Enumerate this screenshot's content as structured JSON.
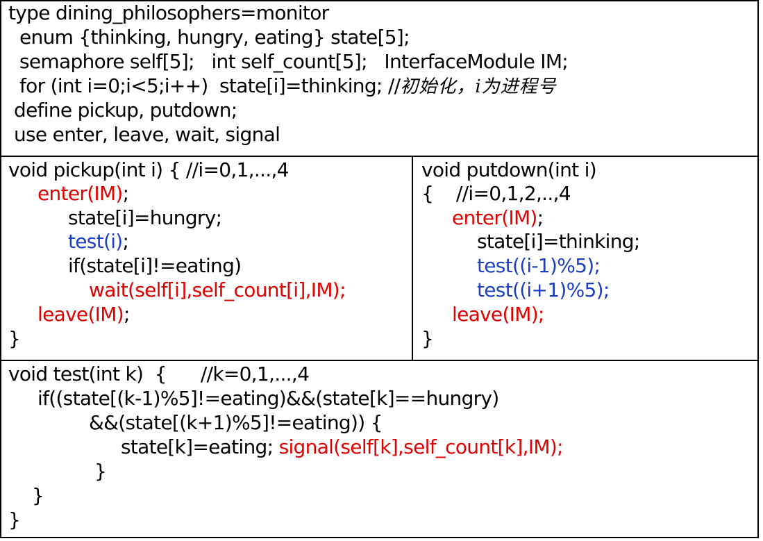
{
  "colors": {
    "keyword_red": "#e00000",
    "call_blue": "#1a3fc4",
    "text": "#000000"
  },
  "header": {
    "line1": "type dining_philosophers=monitor",
    "line2": "enum {thinking, hungry, eating} state[5];",
    "line3": "semaphore self[5];   int self_count[5];   InterfaceModule IM;",
    "line4_code": "for (int i=0;i<5;i++)  state[i]=thinking; //",
    "line4_comment": "初始化，i为进程号",
    "line5": "define pickup, putdown;",
    "line6": "use enter, leave, wait, signal"
  },
  "pickup": {
    "sig": "void pickup(int i) { //i=0,1,...,4",
    "enter": "enter(IM)",
    "enter_tail": ";",
    "state": "state[i]=hungry;",
    "test": "test(i)",
    "test_tail": ";",
    "if": "if(state[i]!=eating)",
    "wait": "wait(self[i],self_count[i],IM);",
    "leave": "leave(IM)",
    "leave_tail": ";",
    "close": "}"
  },
  "putdown": {
    "sig": "void putdown(int i)",
    "open": "{    //i=0,1,2,..,4",
    "enter": "enter(IM)",
    "enter_tail": ";",
    "state": "state[i]=thinking;",
    "test1": "test((i-1)%5);",
    "test2": "test((i+1)%5);",
    "leave": "leave(IM);",
    "close": "}"
  },
  "test_fn": {
    "sig": "void test(int k)  {      //k=0,1,...,4",
    "if1": "if((state[(k-1)%5]!=eating)&&(state[k]==hungry)",
    "if2": "&&(state[(k+1)%5]!=eating)) {",
    "assign": "state[k]=eating; ",
    "signal": "signal(self[k],self_count[k],IM);",
    "close_inner": "}",
    "close_if": "}",
    "close_fn": "}"
  }
}
